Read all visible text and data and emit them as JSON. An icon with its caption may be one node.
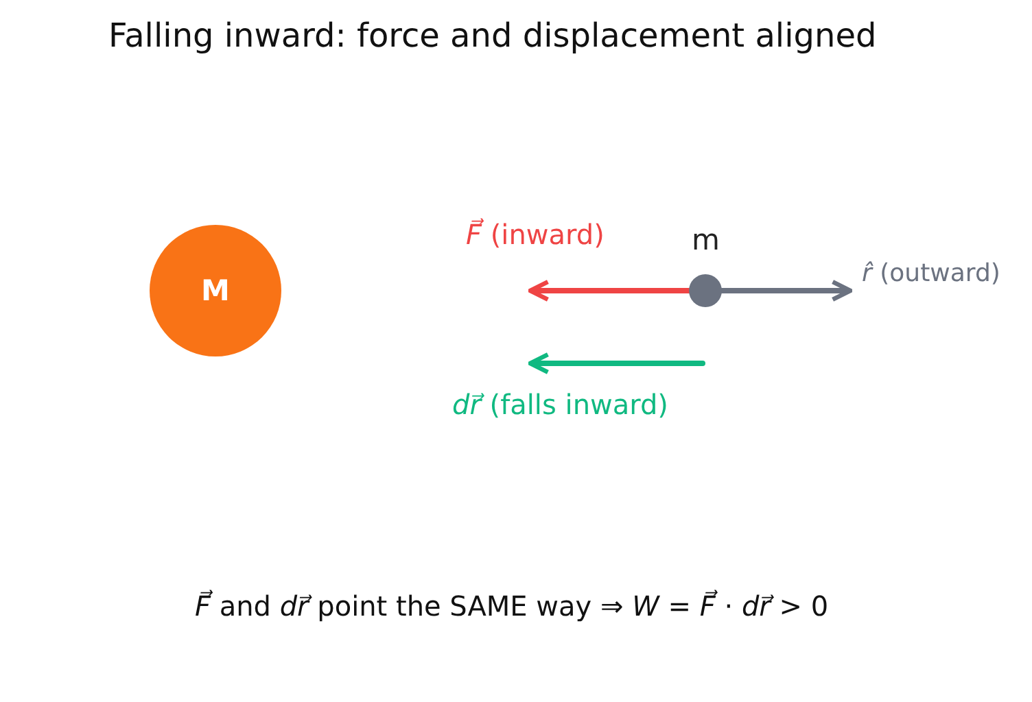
{
  "diagram": {
    "title": "Falling inward: force and displacement aligned",
    "nodes": [
      {
        "text": [
          "M"
        ]
      },
      {
        "text": [
          "m"
        ]
      }
    ],
    "edges": [],
    "labels": [
      "*F⃗* (inward)",
      "*r̂* (outward)",
      "*dr⃗* (falls inward)"
    ],
    "caption": "*F⃗* and *dr⃗* point the SAME way ⇒ *W* = *F⃗* · *dr⃗* > 0"
  }
}
